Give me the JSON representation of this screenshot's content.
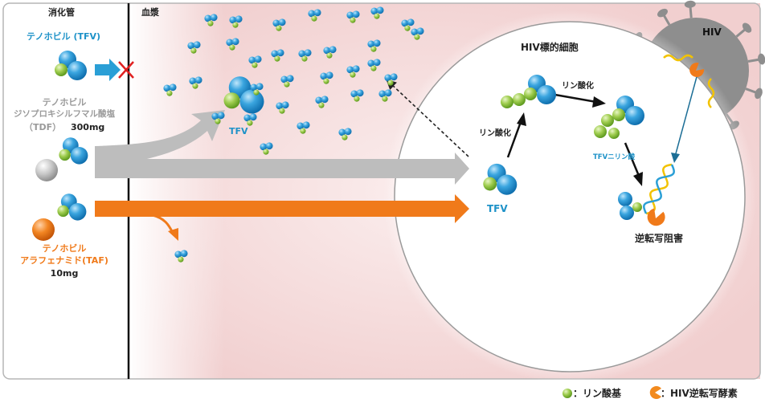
{
  "regions": {
    "gut": "消化管",
    "plasma": "血漿"
  },
  "drugs": {
    "tfv_gut": "テノホビル (TFV)",
    "tdf_line1": "テノホビル",
    "tdf_line2": "ジソプロキシルフマル酸塩",
    "tdf_line3": "（TDF）",
    "tdf_dose": "300mg",
    "taf_line1": "テノホビル",
    "taf_line2": "アラフェナミド(TAF)",
    "taf_dose": "10mg"
  },
  "plasma_labels": {
    "tfv": "TFV"
  },
  "cell": {
    "title": "HIV標的細胞",
    "tfv": "TFV",
    "phos1": "リン酸化",
    "phos2": "リン酸化",
    "tfv_dp": "TFVニリン酸",
    "rt_inhibition": "逆転写阻害",
    "hiv": "HIV"
  },
  "legend": {
    "phosphate": "：リン酸基",
    "rt_enzyme": "：HIV逆転写酵素"
  },
  "colors": {
    "blue": "#2a8fd0",
    "green": "#86bc3c",
    "orange": "#f07a1a",
    "gray_arrow": "#bdbdbd",
    "plasma_pink": "#f2d3d2",
    "tfv_text": "#1e92c8",
    "taf_text": "#f07a1a"
  }
}
